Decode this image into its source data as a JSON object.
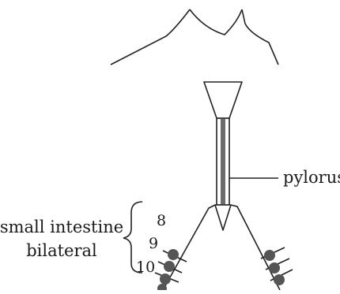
{
  "labels": {
    "pylorus": "pylorus",
    "group_line1": "small intestine",
    "group_line2": "bilateral",
    "point_8": "8",
    "point_9": "9",
    "point_10": "10"
  }
}
